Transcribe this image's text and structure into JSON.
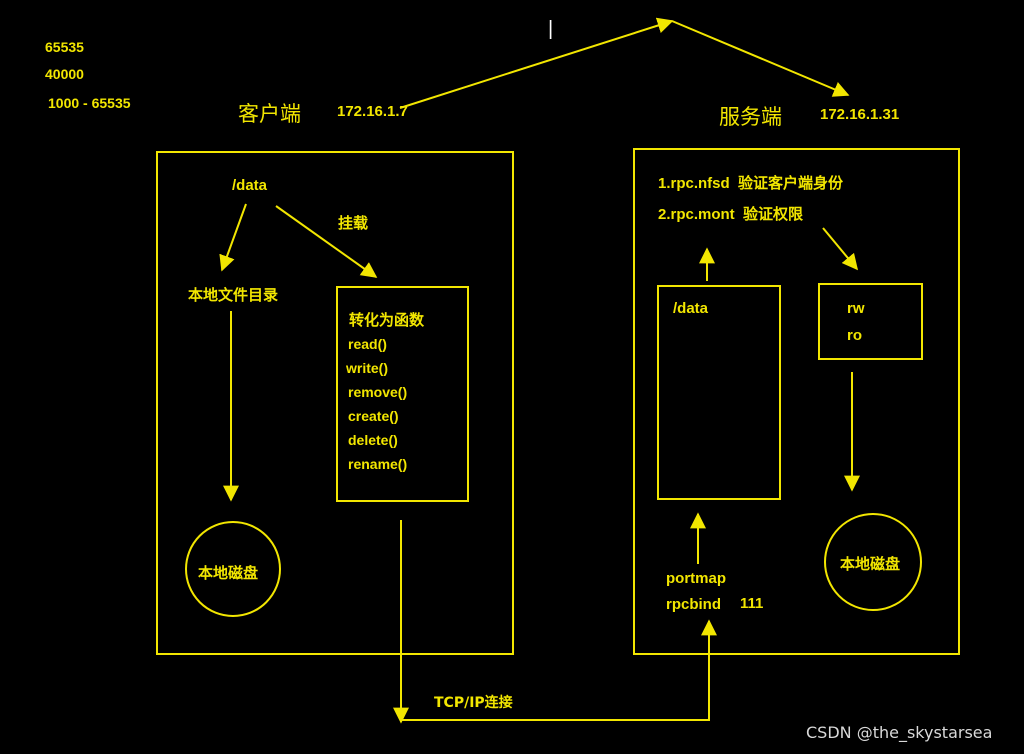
{
  "colors": {
    "background": "#000000",
    "stroke": "#f2e600",
    "watermark": "#d9d9d9"
  },
  "ports": {
    "p1": "65535",
    "p2": "40000",
    "p3": "1000 - 65535"
  },
  "client": {
    "label": "客户端",
    "ip": "172.16.1.7",
    "dir": "/data",
    "mount_label": "挂载",
    "local_dir": "本地文件目录",
    "local_disk": "本地磁盘",
    "func_title": "转化为函数",
    "functions": [
      "read()",
      "write()",
      "remove()",
      "create()",
      "delete()",
      "rename()"
    ]
  },
  "server": {
    "label": "服务端",
    "ip": "172.16.1.31",
    "step1": "1.rpc.nfsd  验证客户端身份",
    "step2": "2.rpc.mont  验证权限",
    "dir": "/data",
    "perm_rw": "rw",
    "perm_ro": "ro",
    "local_disk": "本地磁盘",
    "portmap": "portmap",
    "rpcbind": "rpcbind",
    "rpcbind_port": "111"
  },
  "connection_label": "TCP/IP连接",
  "cursor_mark": "|",
  "watermark": "CSDN @the_skystarsea"
}
